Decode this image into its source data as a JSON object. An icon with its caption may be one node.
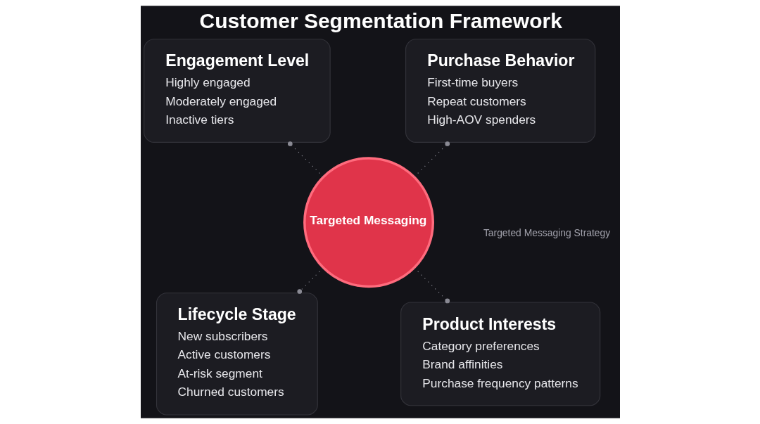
{
  "diagram": {
    "title": "Customer Segmentation Framework",
    "nodes": [
      {
        "text": [
          "Purchase Behavior",
          "First-time buyers",
          "Repeat customers",
          "High-AOV spenders"
        ]
      },
      {
        "text": [
          "Engagement Level",
          "Highly engaged",
          "Moderately engaged",
          "Inactive tiers"
        ]
      },
      {
        "text": [
          "Targeted Messaging"
        ]
      },
      {
        "text": [
          "Lifecycle Stage",
          "New subscribers",
          "Active customers",
          "At-risk segment",
          "Churned customers"
        ]
      },
      {
        "text": [
          "Product Interests",
          "Category preferences",
          "Brand affinities",
          "Purchase frequency patterns"
        ]
      }
    ],
    "edges": [
      {
        "from": 2,
        "to": 0,
        "arrow": "other",
        "style": "dashed"
      },
      {
        "from": 2,
        "to": 1,
        "arrow": "other",
        "style": "dashed"
      },
      {
        "from": 2,
        "to": 3,
        "arrow": "other",
        "style": "dashed"
      },
      {
        "from": 2,
        "to": 4,
        "arrow": "other",
        "style": "dashed"
      }
    ],
    "labels": [
      "Targeted Messaging Strategy"
    ]
  }
}
